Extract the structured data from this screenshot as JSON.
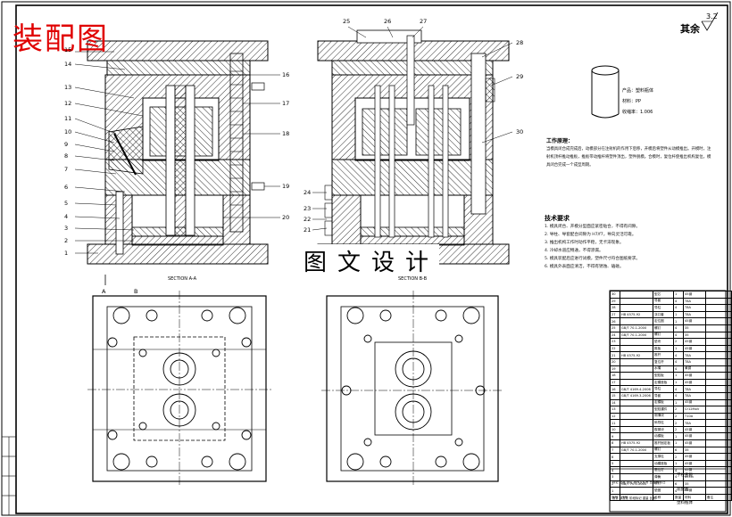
{
  "header": {
    "title_red": "装配图",
    "title_mid": "图文设计",
    "rest_text": "其余",
    "roughness": "3.2"
  },
  "sections": {
    "left": "SECTION A-A",
    "right": "SECTION B-B",
    "cut_mark_a": "A",
    "cut_mark_b": "B"
  },
  "part_numbers": {
    "left": [
      "15",
      "14",
      "13",
      "12",
      "11",
      "10",
      "9",
      "8",
      "7",
      "6",
      "5",
      "4",
      "3",
      "2",
      "1",
      "16",
      "17",
      "18",
      "19",
      "20"
    ],
    "right": [
      "25",
      "26",
      "27",
      "28",
      "29",
      "30",
      "24",
      "23",
      "22",
      "21"
    ]
  },
  "product": {
    "name": "产品：塑料瓶体",
    "material": "材料：PP",
    "shrink": "收缩率：1.006"
  },
  "work_principle": {
    "heading": "工作原理：",
    "text": "当模具闭合成完成后，动模部分在注射机的作用下后移，开模后将塑件从动模推出。开模时，注射机顶杆推动推板，推板带动推杆将塑件顶出，塑件脱模。合模时，复位杆使推出机构复位，模具闭合完成一个成型周期。"
  },
  "tech_requirements": {
    "heading": "技术要求",
    "items": [
      "1. 模具闭合、开模分型面应紧密贴合，不得有间隙。",
      "2. 导柱、导套配合间隙为 H7/f7，导向灵活可靠。",
      "3. 推出机构工作时动作平稳，无卡滞现象。",
      "4. 冷却水道应畅通，不得渗漏。",
      "5. 模具装配后应进行试模，塑件尺寸符合图纸要求。",
      "6. 模具外表面应清洁，不得有锈蚀、磕碰。"
    ]
  },
  "bom": {
    "rows": [
      [
        "30",
        "",
        "型芯",
        "1",
        "45钢",
        ""
      ],
      [
        "29",
        "",
        "导套",
        "4",
        "T8A",
        ""
      ],
      [
        "28",
        "",
        "导柱",
        "4",
        "T8A",
        ""
      ],
      [
        "27",
        "HB 4575-92",
        "浇口套",
        "1",
        "T8A",
        ""
      ],
      [
        "26",
        "",
        "定位圈",
        "1",
        "45钢",
        ""
      ],
      [
        "25",
        "GB/T 70.1-2000",
        "螺钉",
        "4",
        "35",
        ""
      ],
      [
        "24",
        "GB/T 70.1-2000",
        "螺钉",
        "4",
        "35",
        ""
      ],
      [
        "23",
        "",
        "垫块",
        "2",
        "45钢",
        ""
      ],
      [
        "22",
        "",
        "推板",
        "1",
        "45钢",
        ""
      ],
      [
        "21",
        "HB 4575-92",
        "推杆",
        "4",
        "T8A",
        ""
      ],
      [
        "20",
        "",
        "复位杆",
        "4",
        "T8A",
        ""
      ],
      [
        "19",
        "",
        "水嘴",
        "4",
        "黄铜",
        ""
      ],
      [
        "18",
        "",
        "型腔板",
        "1",
        "45钢",
        ""
      ],
      [
        "17",
        "",
        "定模座板",
        "1",
        "45钢",
        ""
      ],
      [
        "16",
        "GB/T 4169.4-2006",
        "导柱",
        "4",
        "T8A",
        ""
      ],
      [
        "15",
        "GB/T 4169.3-2006",
        "导套",
        "4",
        "T8A",
        ""
      ],
      [
        "14",
        "",
        "定模板",
        "1",
        "45钢",
        ""
      ],
      [
        "13",
        "",
        "型腔镶件",
        "2",
        "Cr12MoV",
        ""
      ],
      [
        "12",
        "",
        "侧滑块",
        "2",
        "T10A",
        ""
      ],
      [
        "11",
        "",
        "斜导柱",
        "2",
        "T8A",
        ""
      ],
      [
        "10",
        "",
        "楔紧块",
        "2",
        "45钢",
        ""
      ],
      [
        "9",
        "",
        "动模板",
        "1",
        "45钢",
        ""
      ],
      [
        "8",
        "HB 4575-92",
        "推杆固定板",
        "1",
        "45钢",
        ""
      ],
      [
        "7",
        "GB/T 70.1-2000",
        "螺钉",
        "6",
        "35",
        ""
      ],
      [
        "6",
        "",
        "支撑柱",
        "2",
        "45钢",
        ""
      ],
      [
        "5",
        "",
        "动模座板",
        "1",
        "45钢",
        ""
      ],
      [
        "4",
        "",
        "限位钉",
        "4",
        "45钢",
        ""
      ],
      [
        "3",
        "",
        "弹簧",
        "4",
        "65Mn",
        ""
      ],
      [
        "2",
        "GB/T 70.1-2000",
        "螺钉",
        "6",
        "35",
        ""
      ],
      [
        "1",
        "",
        "垫圈",
        "4",
        "45钢",
        ""
      ]
    ],
    "header": [
      "序号",
      "代号",
      "名称",
      "数量",
      "材料",
      "备注"
    ]
  },
  "title_block": {
    "school": "学校名称",
    "drawing": "装配图",
    "part": "塑料瓶体",
    "scale_row": "标记 处数 分区 更改文件号 签名 年月日",
    "design_row": "设计 标准化 阶段标记 重量 比例"
  }
}
